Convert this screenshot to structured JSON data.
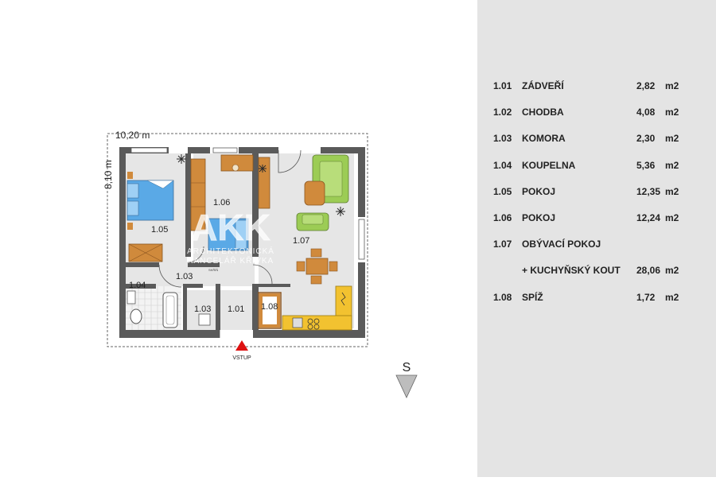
{
  "plan": {
    "dim_width": "10,20 m",
    "dim_depth": "8,10 m",
    "entrance_label": "VSTUP",
    "north_label": "S",
    "small_label": "SKŘÍŇ",
    "watermark": {
      "logo": "AKK",
      "line1": "ARCHITEKTONICKÁ",
      "line2": "KANCELÁŘ KŘIVKA"
    },
    "room_labels": {
      "r105": "1.05",
      "r106": "1.06",
      "r107": "1.07",
      "r103a": "1.03",
      "r104": "1.04",
      "r103b": "1.03",
      "r101": "1.01",
      "r108": "1.08"
    }
  },
  "rooms": [
    {
      "number": "1.01",
      "name": "ZÁDVEŘÍ",
      "area": "2,82",
      "unit": "m2"
    },
    {
      "number": "1.02",
      "name": "CHODBA",
      "area": "4,08",
      "unit": "m2"
    },
    {
      "number": "1.03",
      "name": "KOMORA",
      "area": "2,30",
      "unit": "m2"
    },
    {
      "number": "1.04",
      "name": "KOUPELNA",
      "area": "5,36",
      "unit": "m2"
    },
    {
      "number": "1.05",
      "name": "POKOJ",
      "area": "12,35",
      "unit": "m2"
    },
    {
      "number": "1.06",
      "name": "POKOJ",
      "area": "12,24",
      "unit": "m2"
    },
    {
      "number": "1.07",
      "name": "OBÝVACÍ  POKOJ",
      "area": "",
      "unit": ""
    },
    {
      "number": "",
      "name": "+ KUCHYŇSKÝ KOUT",
      "area": "28,06",
      "unit": "m2"
    },
    {
      "number": "1.08",
      "name": "SPÍŽ",
      "area": "1,72",
      "unit": "m2"
    }
  ],
  "colors": {
    "wall": "#5a5a5a",
    "floor": "#e6e6e6",
    "bed": "#5aa9e6",
    "wood": "#d08a3c",
    "sofa": "#9ccc55",
    "kitchen": "#f2c230",
    "entrance": "#dd1111",
    "panel": "#e4e4e4"
  }
}
